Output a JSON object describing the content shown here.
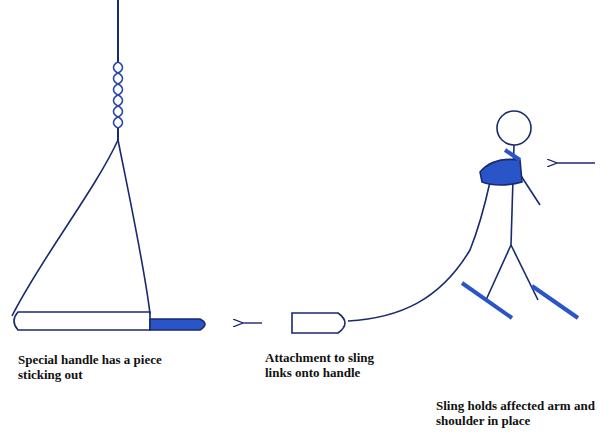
{
  "diagram": {
    "labels": [
      "Special handle has a piece sticking out",
      "Attachment to sling links onto handle",
      "Sling holds affected arm and shoulder in place"
    ]
  }
}
